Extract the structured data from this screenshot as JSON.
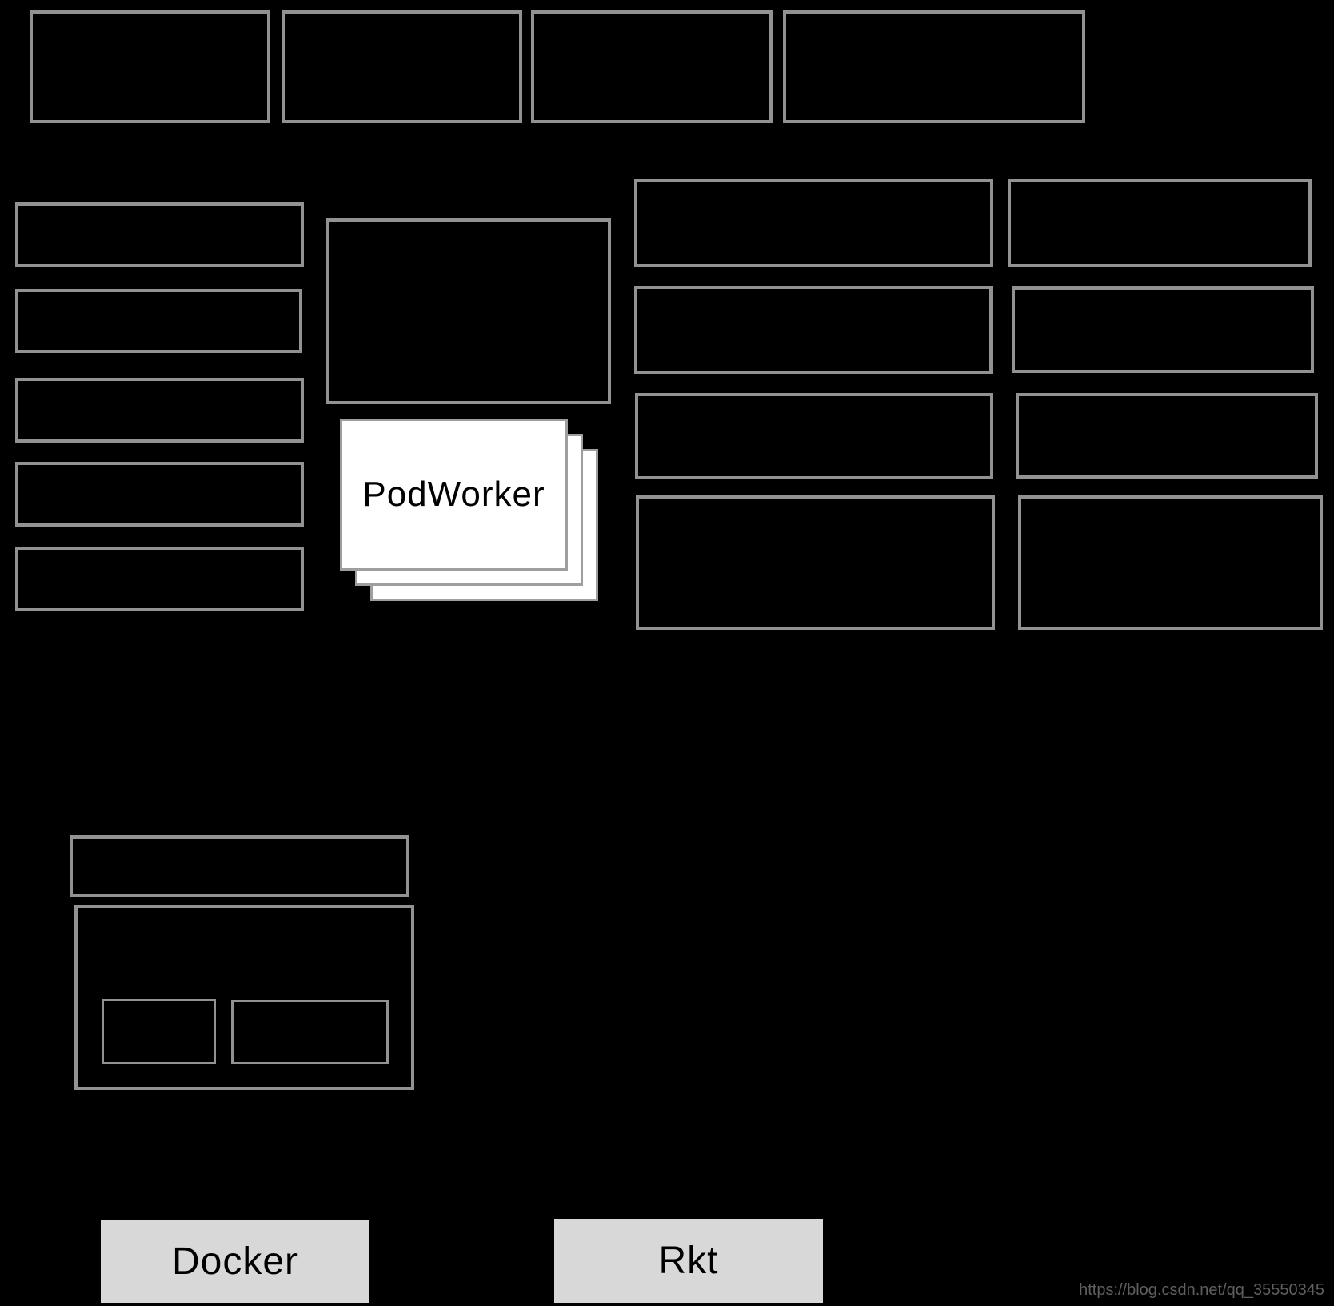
{
  "diagram": {
    "podworker_label": "PodWorker",
    "docker_label": "Docker",
    "rkt_label": "Rkt",
    "watermark": "https://blog.csdn.net/qq_35550345",
    "colors": {
      "background": "#000000",
      "box_border": "#929292",
      "box_fill": "#000000",
      "card_fill": "#ffffff",
      "card_border": "#9e9e9e",
      "runtime_fill": "#d8d8d8",
      "label_text": "#000000",
      "watermark_text": "#5f5f5f"
    }
  }
}
